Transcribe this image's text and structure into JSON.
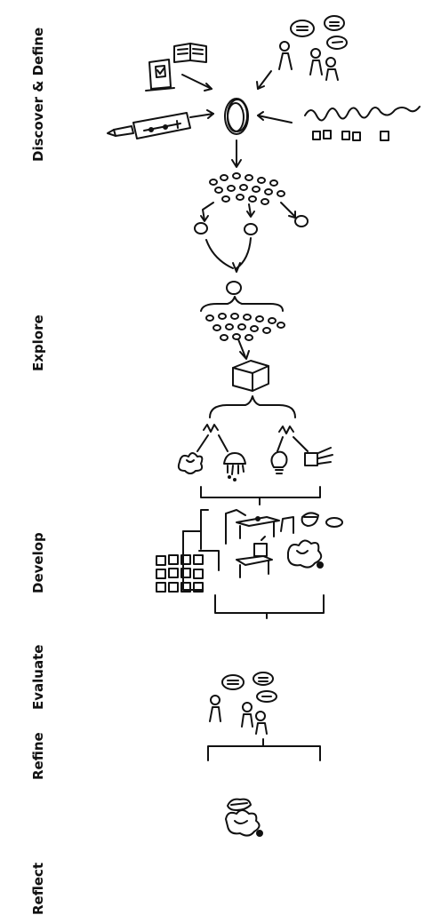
{
  "stages": {
    "discover_define": "Discover & Define",
    "explore": "Explore",
    "develop": "Develop",
    "evaluate": "Evaluate",
    "refine": "Refine",
    "reflect": "Reflect"
  }
}
